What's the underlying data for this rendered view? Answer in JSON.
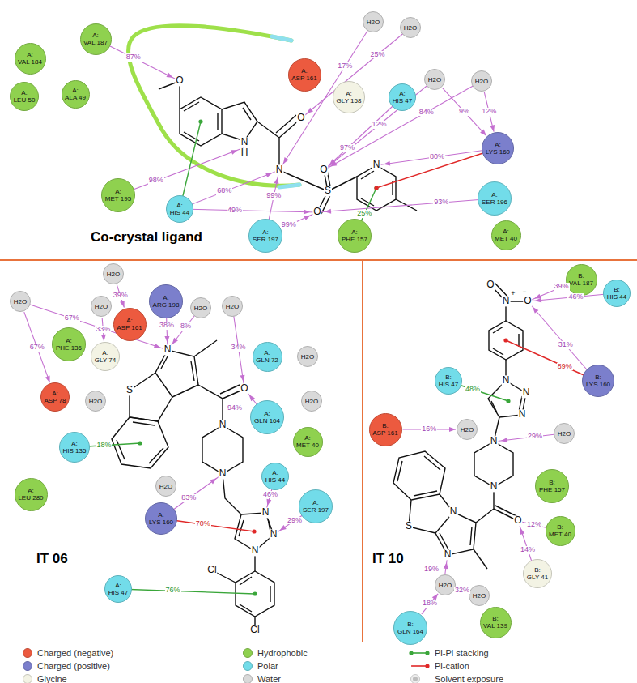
{
  "diagram": {
    "nodes": [
      {
        "text": [
          "Co-crystal ligand"
        ]
      },
      {
        "text": [
          "A:",
          "VAL 184"
        ],
        "in": 0
      },
      {
        "text": [
          "A:",
          "VAL 187"
        ],
        "in": 0
      },
      {
        "text": [
          "A:",
          "LEU 50"
        ],
        "in": 0
      },
      {
        "text": [
          "A:",
          "ALA 49"
        ],
        "in": 0
      },
      {
        "text": [
          "H2O"
        ],
        "in": 0
      },
      {
        "text": [
          "H2O"
        ],
        "in": 0
      },
      {
        "text": [
          "A:",
          "ASP 161"
        ],
        "in": 0
      },
      {
        "text": [
          "A:",
          "GLY 158"
        ],
        "in": 0
      },
      {
        "text": [
          "A:",
          "HIS 47"
        ],
        "in": 0
      },
      {
        "text": [
          "H2O"
        ],
        "in": 0
      },
      {
        "text": [
          "H2O"
        ],
        "in": 0
      },
      {
        "text": [
          "A:",
          "LYS 160"
        ],
        "in": 0
      },
      {
        "text": [
          "A:",
          "SER 196"
        ],
        "in": 0
      },
      {
        "text": [
          "A:",
          "MET 40"
        ],
        "in": 0
      },
      {
        "text": [
          "A:",
          "MET 195"
        ],
        "in": 0
      },
      {
        "text": [
          "A:",
          "HIS 44"
        ],
        "in": 0
      },
      {
        "text": [
          "A:",
          "SER 197"
        ],
        "in": 0
      },
      {
        "text": [
          "A:",
          "PHE 157"
        ],
        "in": 0
      },
      {
        "text": [
          "IT 06"
        ]
      },
      {
        "text": [
          "H2O"
        ],
        "in": 19
      },
      {
        "text": [
          "H2O"
        ],
        "in": 19
      },
      {
        "text": [
          "H2O"
        ],
        "in": 19
      },
      {
        "text": [
          "A:",
          "ARG 198"
        ],
        "in": 19
      },
      {
        "text": [
          "H2O"
        ],
        "in": 19
      },
      {
        "text": [
          "H2O"
        ],
        "in": 19
      },
      {
        "text": [
          "A:",
          "ASP 161"
        ],
        "in": 19
      },
      {
        "text": [
          "A:",
          "PHE 136"
        ],
        "in": 19
      },
      {
        "text": [
          "A:",
          "GLY 74"
        ],
        "in": 19
      },
      {
        "text": [
          "A:",
          "GLN 72"
        ],
        "in": 19
      },
      {
        "text": [
          "H2O"
        ],
        "in": 19
      },
      {
        "text": [
          "A:",
          "ASP 78"
        ],
        "in": 19
      },
      {
        "text": [
          "H2O"
        ],
        "in": 19
      },
      {
        "text": [
          "A:",
          "GLN 164"
        ],
        "in": 19
      },
      {
        "text": [
          "H2O"
        ],
        "in": 19
      },
      {
        "text": [
          "A:",
          "MET 40"
        ],
        "in": 19
      },
      {
        "text": [
          "A:",
          "HIS 135"
        ],
        "in": 19
      },
      {
        "text": [
          "A:",
          "HIS 44"
        ],
        "in": 19
      },
      {
        "text": [
          "A:",
          "SER 197"
        ],
        "in": 19
      },
      {
        "text": [
          "A:",
          "LEU 280"
        ],
        "in": 19
      },
      {
        "text": [
          "H2O"
        ],
        "in": 19
      },
      {
        "text": [
          "A:",
          "LYS 160"
        ],
        "in": 19
      },
      {
        "text": [
          "A:",
          "HIS 47"
        ],
        "in": 19
      },
      {
        "text": [
          "IT 10"
        ]
      },
      {
        "text": [
          "B:",
          "VAL 187"
        ],
        "in": 43
      },
      {
        "text": [
          "B:",
          "HIS 44"
        ],
        "in": 43
      },
      {
        "text": [
          "B:",
          "HIS 47"
        ],
        "in": 43
      },
      {
        "text": [
          "B:",
          "LYS 160"
        ],
        "in": 43
      },
      {
        "text": [
          "B:",
          "ASP 161"
        ],
        "in": 43
      },
      {
        "text": [
          "H2O"
        ],
        "in": 43
      },
      {
        "text": [
          "H2O"
        ],
        "in": 43
      },
      {
        "text": [
          "B:",
          "PHE 157"
        ],
        "in": 43
      },
      {
        "text": [
          "B:",
          "MET 40"
        ],
        "in": 43
      },
      {
        "text": [
          "B:",
          "GLY 41"
        ],
        "in": 43
      },
      {
        "text": [
          "H2O"
        ],
        "in": 43
      },
      {
        "text": [
          "H2O"
        ],
        "in": 43
      },
      {
        "text": [
          "B:",
          "GLN 164"
        ],
        "in": 43
      },
      {
        "text": [
          "B:",
          "VAL 139"
        ],
        "in": 43
      }
    ],
    "edges": [
      {
        "from": 11,
        "to": 12,
        "arrow": "to",
        "label": "12%"
      },
      {
        "from": 10,
        "to": 12,
        "arrow": "to",
        "label": "9%"
      },
      {
        "from": 21,
        "to": 31,
        "arrow": "to",
        "label": "67%"
      },
      {
        "from": 22,
        "to": 28,
        "arrow": "to",
        "label": "33%"
      },
      {
        "from": 20,
        "to": 26,
        "arrow": "to",
        "label": "39%"
      },
      {
        "from": 48,
        "to": 49,
        "arrow": "to",
        "label": "16%"
      },
      {
        "from": 56,
        "to": 54,
        "arrow": "to",
        "label": "18%"
      },
      {
        "from": 55,
        "to": 54,
        "arrow": "to",
        "label": "32%"
      }
    ],
    "labels": [
      "O",
      "N",
      "H",
      "O",
      "N",
      "S",
      "O",
      "O",
      "N",
      "87%",
      "98%",
      "68%",
      "49%",
      "99%",
      "99%",
      "17%",
      "25%",
      "12%",
      "97%",
      "80%",
      "84%",
      "93%",
      "25%",
      "N",
      "S",
      "O",
      "N",
      "N",
      "N",
      "N",
      "N",
      "Cl",
      "Cl",
      "67%",
      "38%",
      "8%",
      "34%",
      "94%",
      "46%",
      "29%",
      "83%",
      "70%",
      "76%",
      "18%",
      "N",
      "+",
      "O",
      "O",
      "−",
      "N",
      "N",
      "N",
      "N",
      "N",
      "O",
      "N",
      "N",
      "S",
      "39%",
      "46%",
      "31%",
      "48%",
      "89%",
      "29%",
      "12%",
      "14%",
      "19%"
    ],
    "legend": [
      {
        "text": "Charged (negative)",
        "color": "#ec5a3f"
      },
      {
        "text": "Charged (positive)",
        "color": "#7b7fcc"
      },
      {
        "text": "Glycine",
        "color": "#f3f3e4"
      },
      {
        "text": "Hydrophobic",
        "color": "#8fd14f"
      },
      {
        "text": "Polar",
        "color": "#72dce9"
      },
      {
        "text": "Water",
        "color": "#d9d9d9"
      },
      {
        "text": "Pi-Pi stacking"
      },
      {
        "text": "Pi-cation"
      },
      {
        "text": "Solvent exposure"
      }
    ]
  }
}
